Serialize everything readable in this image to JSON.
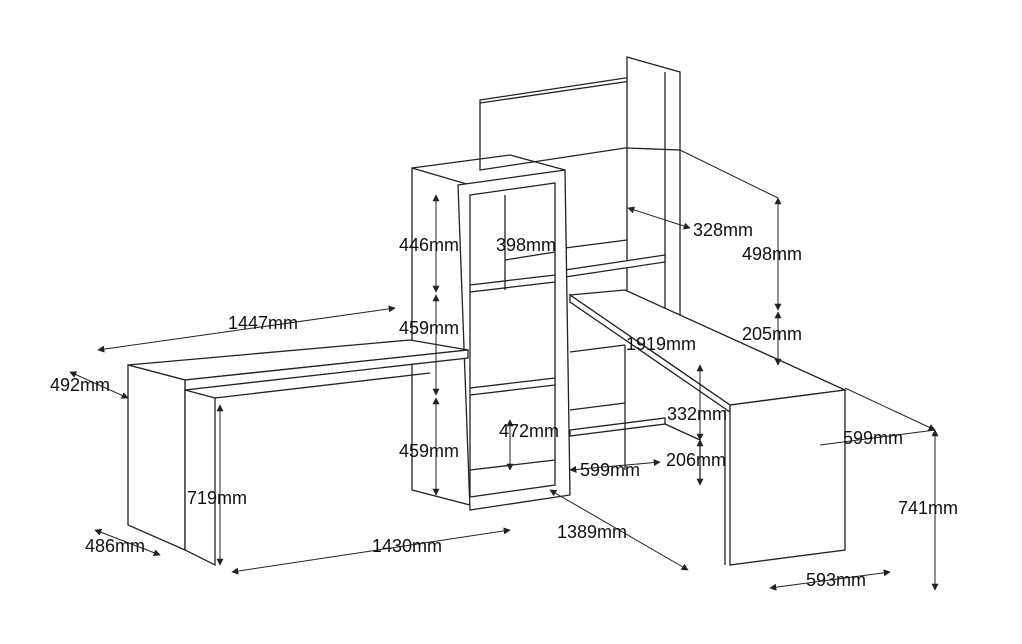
{
  "diagram": {
    "dimensions": {
      "desk_left_length": "1447mm",
      "desk_left_depth": "492mm",
      "desk_left_height": "719mm",
      "desk_left_leg_depth": "486mm",
      "desk_left_base_length": "1430mm",
      "tower_top_section": "446mm",
      "tower_inner_width": "398mm",
      "tower_middle_section": "459mm",
      "tower_bottom_section": "459mm",
      "tower_lower_width": "472mm",
      "tower_depth": "599mm",
      "right_base_length": "1389mm",
      "right_desk_length": "1919mm",
      "right_shelf_height": "332mm",
      "right_low_shelf": "206mm",
      "upper_shelf_depth": "328mm",
      "upper_height": "498mm",
      "upper_gap": "205mm",
      "right_desk_depth": "599mm",
      "overall_height": "741mm",
      "right_leg_depth": "593mm"
    },
    "colors": {
      "line": "#222222",
      "background": "#ffffff"
    }
  }
}
